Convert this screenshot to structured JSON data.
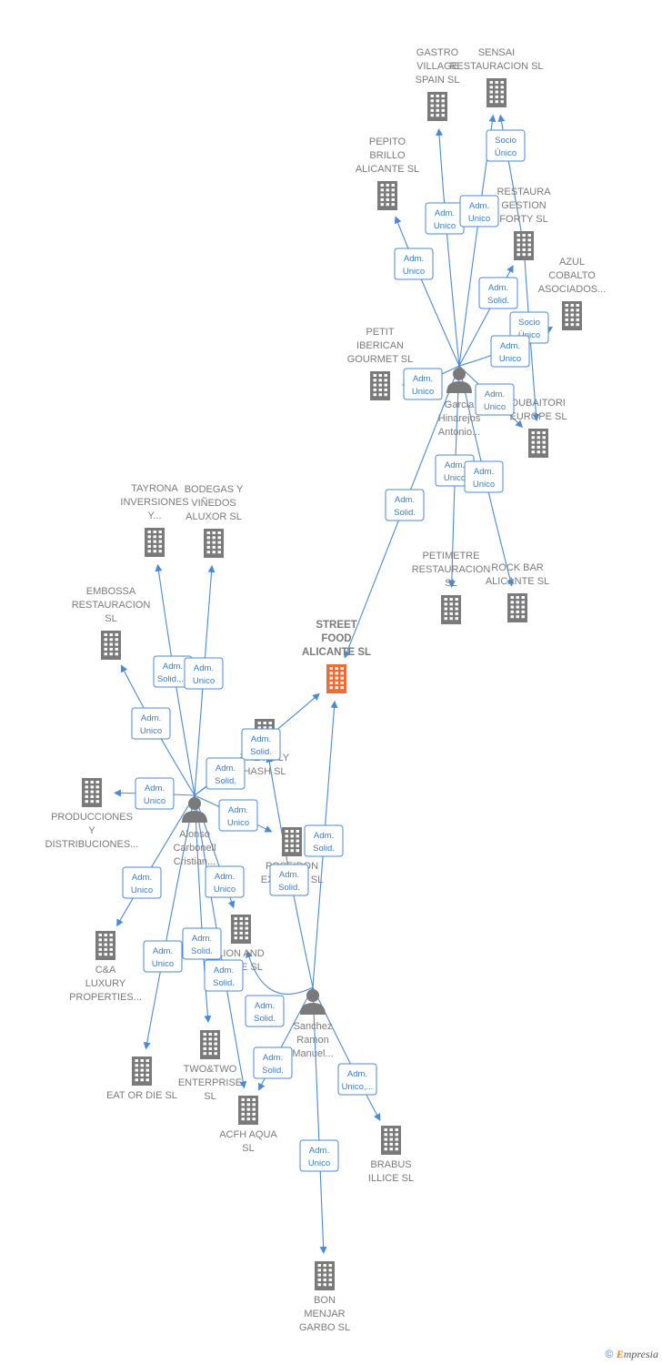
{
  "colors": {
    "company": "#7a7a7a",
    "main_company": "#f06a35",
    "person": "#7a7a7a",
    "edge": "#4a8ad6"
  },
  "footer": {
    "copyright": "©",
    "brand_e": "E",
    "brand_rest": "mpresia"
  },
  "nodes": [
    {
      "id": "gastro",
      "kind": "company",
      "label": [
        "GASTRO",
        "VILLAGE",
        "SPAIN  SL"
      ]
    },
    {
      "id": "sensai",
      "kind": "company",
      "label": [
        "SENSAI",
        "RESTAURACION SL"
      ]
    },
    {
      "id": "pepito",
      "kind": "company",
      "label": [
        "PEPITO",
        "BRILLO",
        "ALICANTE  SL"
      ]
    },
    {
      "id": "restaura",
      "kind": "company",
      "label": [
        "RESTAURA",
        "GESTION",
        "FORTY SL"
      ]
    },
    {
      "id": "azul",
      "kind": "company",
      "label": [
        "AZUL",
        "COBALTO",
        "ASOCIADOS..."
      ]
    },
    {
      "id": "petit",
      "kind": "company",
      "label": [
        "PETIT",
        "IBERICAN",
        "GOURMET SL"
      ]
    },
    {
      "id": "garcia",
      "kind": "person",
      "label": [
        "Garcia",
        "Hinarejos",
        "Antonio..."
      ]
    },
    {
      "id": "dubaitori",
      "kind": "company",
      "label": [
        "DUBAITORI",
        "EUROPE  SL"
      ]
    },
    {
      "id": "petimetre",
      "kind": "company",
      "label": [
        "PETIMETRE",
        "RESTAURACION",
        "SL"
      ]
    },
    {
      "id": "rockbar",
      "kind": "company",
      "label": [
        "ROCK BAR",
        "ALICANTE  SL"
      ]
    },
    {
      "id": "street",
      "kind": "main",
      "label": [
        "STREET",
        "FOOD",
        "ALICANTE  SL"
      ]
    },
    {
      "id": "tayrona",
      "kind": "company",
      "label": [
        "TAYRONA",
        "INVERSIONES",
        "Y..."
      ]
    },
    {
      "id": "bodegas",
      "kind": "company",
      "label": [
        "BODEGAS Y",
        "VIÑEDOS",
        "ALUXOR  SL"
      ]
    },
    {
      "id": "embossa",
      "kind": "company",
      "label": [
        "EMBOSSA",
        "RESTAURACION",
        "SL"
      ]
    },
    {
      "id": "holy",
      "kind": "company",
      "label": [
        "THE HOLY",
        "HASH  SL"
      ]
    },
    {
      "id": "producciones",
      "kind": "company",
      "label": [
        "PRODUCCIONES",
        "Y",
        "DISTRIBUCIONES..."
      ]
    },
    {
      "id": "alonso",
      "kind": "person",
      "label": [
        "Alonso",
        "Carbonell",
        "Cristian..."
      ]
    },
    {
      "id": "poseidon",
      "kind": "company",
      "label": [
        "POSEIDON",
        "EXPRESS  SL"
      ]
    },
    {
      "id": "ionand",
      "kind": "company",
      "label": [
        "LION AND",
        "ROSE SL"
      ]
    },
    {
      "id": "cya",
      "kind": "company",
      "label": [
        "C&A",
        "LUXURY",
        "PROPERTIES..."
      ]
    },
    {
      "id": "sanchez",
      "kind": "person",
      "label": [
        "Sanchez",
        "Ramon",
        "Manuel..."
      ]
    },
    {
      "id": "twotwo",
      "kind": "company",
      "label": [
        "TWO&TWO",
        "ENTERPRISE",
        "SL"
      ]
    },
    {
      "id": "eatordie",
      "kind": "company",
      "label": [
        "EAT OR DIE  SL"
      ]
    },
    {
      "id": "acfh",
      "kind": "company",
      "label": [
        "ACFH AQUA",
        "SL"
      ]
    },
    {
      "id": "brabus",
      "kind": "company",
      "label": [
        "BRABUS",
        "ILLICE  SL"
      ]
    },
    {
      "id": "bonmenjar",
      "kind": "company",
      "label": [
        "BON",
        "MENJAR",
        "GARBO  SL"
      ]
    }
  ],
  "edges": [
    {
      "from": "garcia",
      "to": "gastro",
      "label": [
        "Adm.",
        "Unico"
      ]
    },
    {
      "from": "garcia",
      "to": "sensai",
      "label": [
        "Adm.",
        "Unico"
      ]
    },
    {
      "from": "restaura",
      "to": "sensai",
      "label": [
        "Socio",
        "Único"
      ]
    },
    {
      "from": "garcia",
      "to": "pepito",
      "label": [
        "Adm.",
        "Unico"
      ]
    },
    {
      "from": "garcia",
      "to": "restaura",
      "label": [
        "Adm.",
        "Solid."
      ]
    },
    {
      "from": "restaura",
      "to": "dubaitori",
      "label": [
        "Socio",
        "Único"
      ]
    },
    {
      "from": "garcia",
      "to": "azul",
      "label": [
        "Adm.",
        "Unico"
      ]
    },
    {
      "from": "garcia",
      "to": "petit",
      "label": [
        "Adm.",
        "Unico"
      ]
    },
    {
      "from": "garcia",
      "to": "dubaitori",
      "label": [
        "Adm.",
        "Unico"
      ]
    },
    {
      "from": "garcia",
      "to": "petimetre",
      "label": [
        "Adm.",
        "Unico"
      ]
    },
    {
      "from": "garcia",
      "to": "rockbar",
      "label": [
        "Adm.",
        "Unico"
      ]
    },
    {
      "from": "garcia",
      "to": "street",
      "label": [
        "Adm.",
        "Solid."
      ]
    },
    {
      "from": "alonso",
      "to": "tayrona",
      "label": [
        "Adm.",
        "Solid.,..."
      ]
    },
    {
      "from": "alonso",
      "to": "bodegas",
      "label": [
        "Adm.",
        "Unico"
      ]
    },
    {
      "from": "alonso",
      "to": "embossa",
      "label": [
        "Adm.",
        "Unico"
      ]
    },
    {
      "from": "alonso",
      "to": "street",
      "label": [
        "Adm.",
        "Solid."
      ]
    },
    {
      "from": "alonso",
      "to": "holy",
      "label": [
        "Adm.",
        "Solid."
      ]
    },
    {
      "from": "alonso",
      "to": "producciones",
      "label": [
        "Adm.",
        "Unico"
      ]
    },
    {
      "from": "alonso",
      "to": "poseidon",
      "label": [
        "Adm.",
        "Unico"
      ]
    },
    {
      "from": "alonso",
      "to": "ionand",
      "label": [
        "Adm.",
        "Unico"
      ]
    },
    {
      "from": "alonso",
      "to": "cya",
      "label": [
        "Adm.",
        "Unico"
      ]
    },
    {
      "from": "alonso",
      "to": "eatordie",
      "label": [
        "Adm.",
        "Unico"
      ]
    },
    {
      "from": "alonso",
      "to": "twotwo",
      "label": [
        "Adm.",
        "Solid."
      ]
    },
    {
      "from": "alonso",
      "to": "acfh",
      "label": [
        "Adm.",
        "Solid."
      ]
    },
    {
      "from": "sanchez",
      "to": "street",
      "label": [
        "Adm.",
        "Solid."
      ]
    },
    {
      "from": "sanchez",
      "to": "holy",
      "label": [
        "Adm.",
        "Solid."
      ]
    },
    {
      "from": "sanchez",
      "to": "ionand",
      "label": [
        "Adm.",
        "Solid."
      ]
    },
    {
      "from": "sanchez",
      "to": "acfh",
      "label": [
        "Adm.",
        "Solid."
      ]
    },
    {
      "from": "sanchez",
      "to": "brabus",
      "label": [
        "Adm.",
        "Unico,..."
      ]
    },
    {
      "from": "sanchez",
      "to": "bonmenjar",
      "label": [
        "Adm.",
        "Unico"
      ]
    }
  ]
}
